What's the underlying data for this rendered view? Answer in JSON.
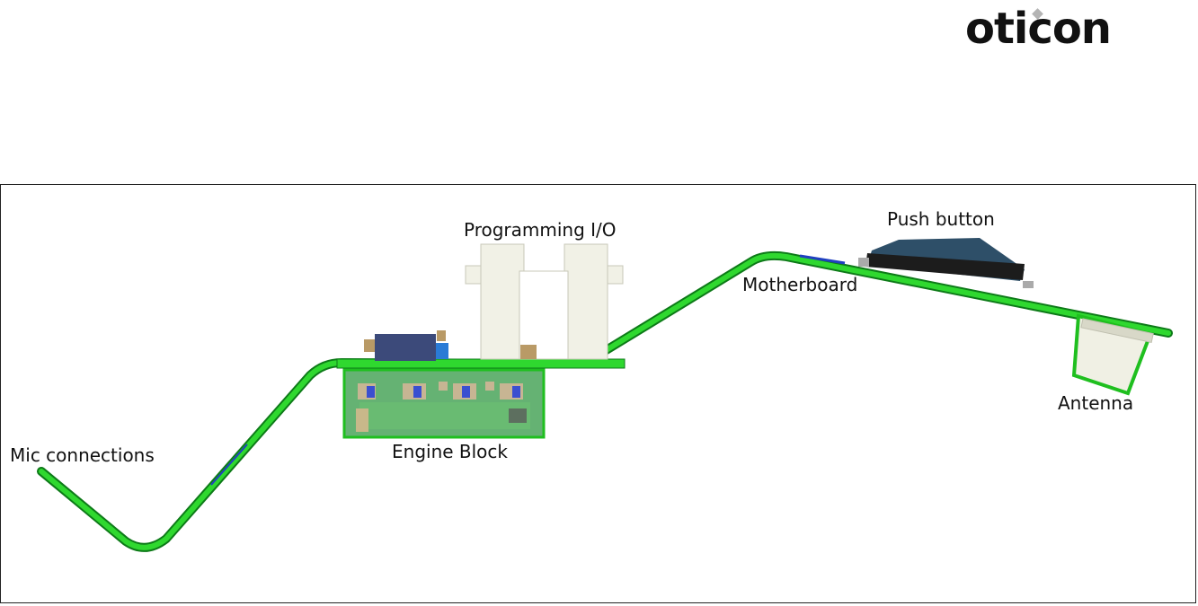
{
  "brand": {
    "logo_text": "oticon"
  },
  "labels": {
    "mic_connections": "Mic connections",
    "engine_block": "Engine Block",
    "programming_io": "Programming I/O",
    "motherboard": "Motherboard",
    "push_button": "Push button",
    "antenna": "Antenna"
  },
  "colors": {
    "flex_pcb": "#1fbf1f",
    "flex_pcb_dark": "#0d7a18",
    "engine_block": "#3f9a4a",
    "connector": "#f1f1e6",
    "push_button": "#2e4f68",
    "chip": "#3c4a7a"
  }
}
